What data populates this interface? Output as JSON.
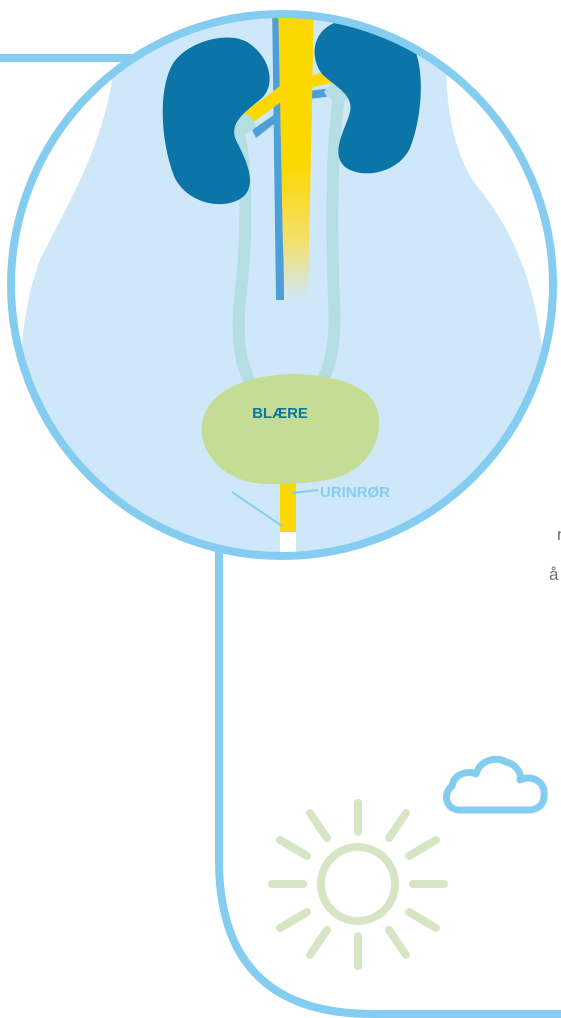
{
  "labels": {
    "bladder": "BLÆRE",
    "urethra": "URINRØR"
  },
  "partial_text": {
    "line_1": "n",
    "line_2": "å"
  },
  "colors": {
    "frame_line": "#85cdf0",
    "body_fill": "#cfe8f9",
    "kidney": "#0a75a6",
    "aorta": "#fad800",
    "vena_cava": "#4e9ed8",
    "ureter": "#b5dde4",
    "bladder": "#c4dc94",
    "bladder_label": "#0a75a6",
    "urethra_label": "#85cdf0",
    "sun": "#d6e6c5",
    "cloud": "#85cdf0"
  },
  "icons": [
    "sun-icon",
    "cloud-icon"
  ]
}
